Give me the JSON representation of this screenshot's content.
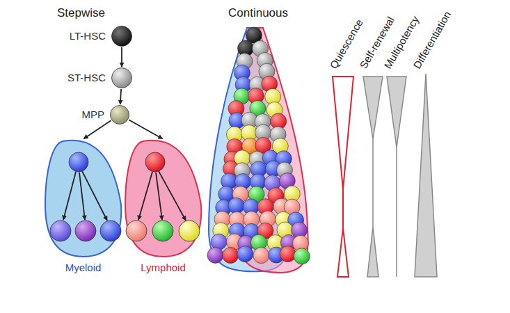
{
  "diagram": {
    "nodes": [
      {
        "text": [
          "LT-HSC"
        ]
      },
      {
        "text": [
          "ST-HSC"
        ]
      },
      {
        "text": [
          "MPP"
        ]
      },
      {
        "text": [
          "Myeloid"
        ]
      },
      {
        "text": [
          "Lymphoid"
        ]
      }
    ],
    "edges": [
      {
        "from": 0,
        "to": 1,
        "arrow": "to"
      },
      {
        "from": 1,
        "to": 2,
        "arrow": "to"
      },
      {
        "from": 2,
        "to": 3,
        "arrow": "to"
      },
      {
        "from": 2,
        "to": 4,
        "arrow": "to"
      }
    ],
    "labels": [
      "Stepwise",
      "Continuous",
      "Quiescence",
      "Self-renewal",
      "Multipotency",
      "Differentiation"
    ]
  }
}
